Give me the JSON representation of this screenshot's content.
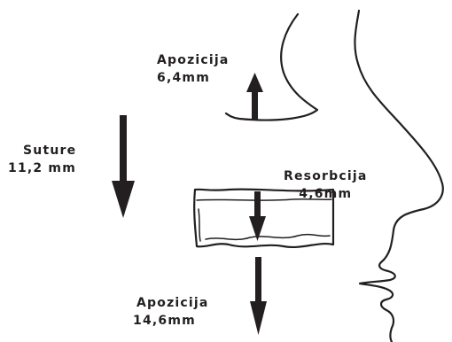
{
  "labels": {
    "apposition_top": {
      "name": "Apozicija",
      "value": "6,4mm"
    },
    "sutures": {
      "name": "Suture",
      "value": "11,2 mm"
    },
    "resorption": {
      "name": "Resorbcija",
      "value": "4,6mm"
    },
    "apposition_bottom": {
      "name": "Apozicija",
      "value": "14,6mm"
    }
  },
  "colors": {
    "ink": "#231f20",
    "background": "#ffffff"
  }
}
